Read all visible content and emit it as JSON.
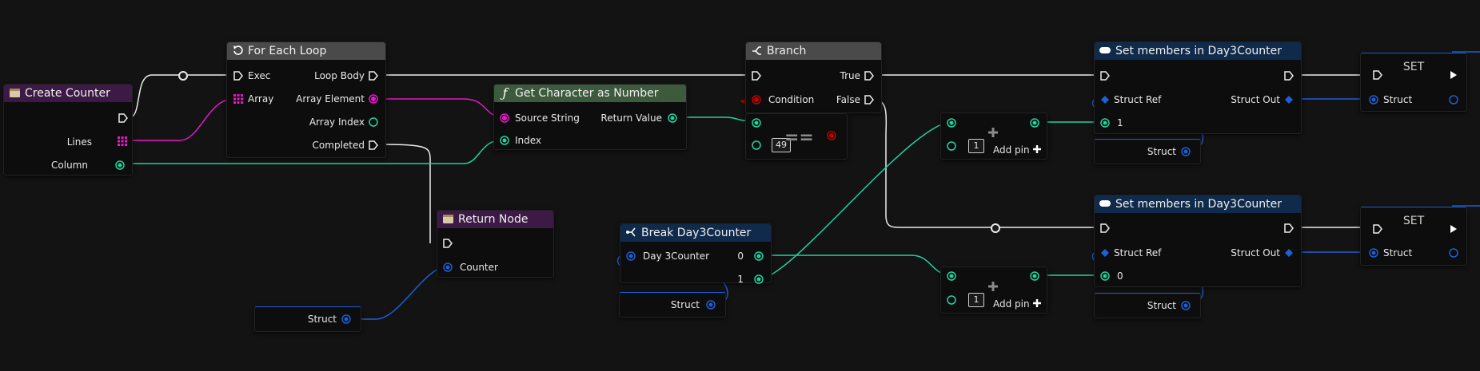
{
  "colors": {
    "exec": "#ececec",
    "string": "#e817c8",
    "integer": "#20d3a3",
    "struct": "#1c5fd6",
    "boolean": "#c00000"
  },
  "nodes": {
    "create_counter": {
      "title": "Create Counter",
      "pins": {
        "lines": "Lines",
        "column": "Column"
      }
    },
    "for_each_loop": {
      "title": "For Each Loop",
      "pins": {
        "exec": "Exec",
        "array": "Array",
        "loop_body": "Loop Body",
        "array_element": "Array Element",
        "array_index": "Array Index",
        "completed": "Completed"
      }
    },
    "get_char": {
      "title": "Get Character as Number",
      "pins": {
        "source_string": "Source String",
        "index": "Index",
        "return_value": "Return Value"
      }
    },
    "return_node": {
      "title": "Return Node",
      "pins": {
        "counter": "Counter"
      }
    },
    "struct_var_left": {
      "label": "Struct"
    },
    "branch": {
      "title": "Branch",
      "pins": {
        "condition": "Condition",
        "true": "True",
        "false": "False"
      }
    },
    "equals": {
      "symbol": "==",
      "value": "49"
    },
    "break_day3": {
      "title": "Break Day3Counter",
      "pins": {
        "day3counter": "Day 3Counter",
        "out0": "0",
        "out1": "1"
      }
    },
    "struct_var_break": {
      "label": "Struct"
    },
    "add_top": {
      "value": "1",
      "add_pin": "Add pin"
    },
    "add_bottom": {
      "value": "1",
      "add_pin": "Add pin"
    },
    "set_members_top": {
      "title": "Set members in Day3Counter",
      "pins": {
        "struct_ref": "Struct Ref",
        "struct_out": "Struct Out",
        "member": "1"
      }
    },
    "set_members_bottom": {
      "title": "Set members in Day3Counter",
      "pins": {
        "struct_ref": "Struct Ref",
        "struct_out": "Struct Out",
        "member": "0"
      }
    },
    "struct_var_top": {
      "label": "Struct"
    },
    "struct_var_bottom": {
      "label": "Struct"
    },
    "set_top": {
      "title": "SET",
      "pins": {
        "struct": "Struct"
      }
    },
    "set_bottom": {
      "title": "SET",
      "pins": {
        "struct": "Struct"
      }
    }
  }
}
